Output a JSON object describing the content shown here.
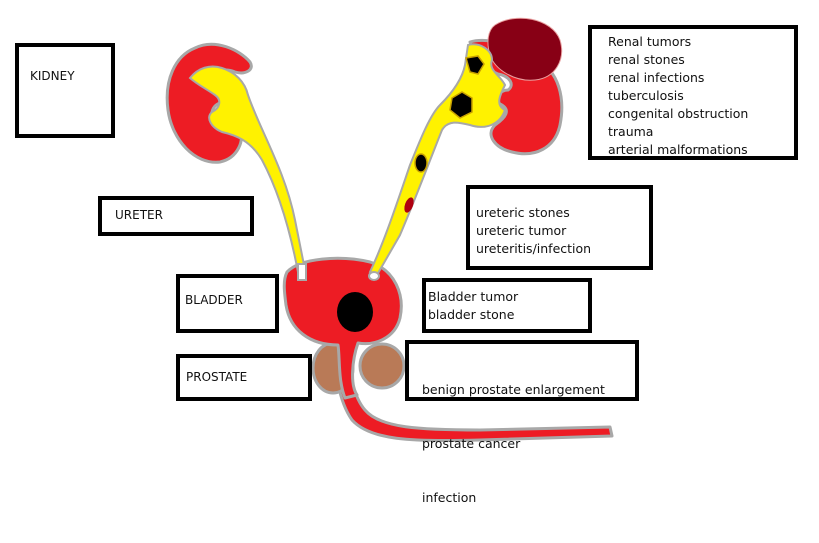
{
  "labels": {
    "kidney": "KIDNEY",
    "ureter": "URETER",
    "bladder": "BLADDER",
    "prostate": "PROSTATE"
  },
  "conditions": {
    "kidney": [
      "Renal tumors",
      "renal stones",
      "renal infections",
      "tuberculosis",
      "congenital obstruction",
      "trauma",
      "arterial malformations"
    ],
    "ureter": [
      "ureteric stones",
      "ureteric tumor",
      "ureteritis/infection"
    ],
    "bladder": [
      "Bladder tumor",
      "bladder stone"
    ],
    "prostate": [
      " benign prostate enlargement",
      "prostate cancer",
      "infection"
    ]
  },
  "colors": {
    "tissue": "#ed1c24",
    "urine": "#fff200",
    "tumor": "#880015",
    "stone": "#000000",
    "prostate": "#b97a57",
    "outline": "#aaaaaa"
  }
}
